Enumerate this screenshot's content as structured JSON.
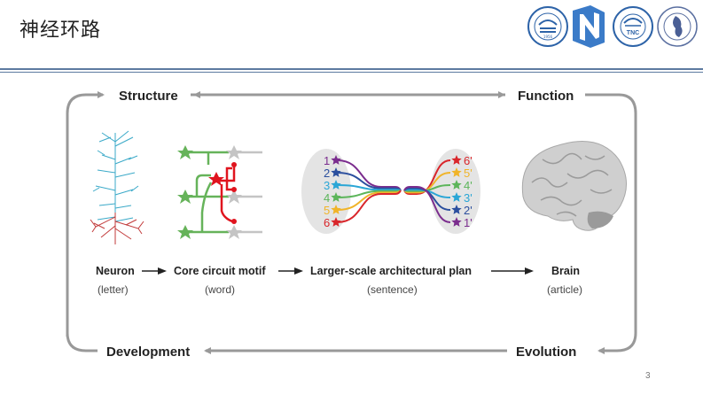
{
  "slide": {
    "title": "神经环路",
    "page_number": "3",
    "header_line_color": "#5d7aa0"
  },
  "logos": [
    {
      "name": "beijing-tiantan-hospital-logo",
      "year": "1956",
      "text": "BEIJING TIANTAN HOSPITAL"
    },
    {
      "name": "n-letter-logo"
    },
    {
      "name": "tnc-logo",
      "text": "TNC"
    },
    {
      "name": "university-seal-logo"
    }
  ],
  "cycle": {
    "top_left": "Structure",
    "top_right": "Function",
    "bottom_left": "Development",
    "bottom_right": "Evolution",
    "arrow_color": "#999999"
  },
  "stages": [
    {
      "name": "Neuron",
      "analogy": "(letter)"
    },
    {
      "name": "Core circuit motif",
      "analogy": "(word)"
    },
    {
      "name": "Larger-scale architectural plan",
      "analogy": "(sentence)"
    },
    {
      "name": "Brain",
      "analogy": "(article)"
    }
  ],
  "architecture": {
    "left_labels": [
      "1",
      "2",
      "3",
      "4",
      "5",
      "6"
    ],
    "right_labels": [
      "6'",
      "5'",
      "4'",
      "3'",
      "2'",
      "1'"
    ],
    "colors": [
      "#7b2d8e",
      "#2b4f9e",
      "#2aa6d6",
      "#5cb55a",
      "#f0b429",
      "#d9262b"
    ]
  },
  "colors": {
    "neuron_dendrite": "#3aa9c8",
    "neuron_axon": "#c23a3a",
    "motif_excitatory": "#66b35a",
    "motif_inhibitory": "#e0141e",
    "motif_target": "#c4c4c4"
  }
}
